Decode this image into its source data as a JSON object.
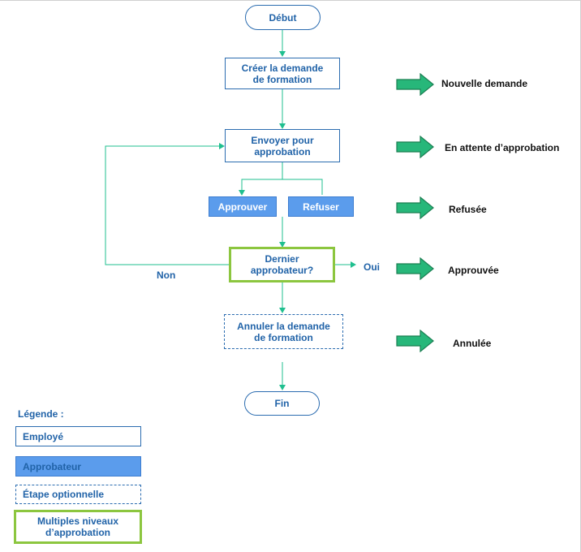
{
  "nodes": {
    "start": "Début",
    "create": "Créer la demande\nde formation",
    "send": "Envoyer pour\napprobation",
    "approve": "Approuver",
    "refuse": "Refuser",
    "last_approver": "Dernier\napprobateur?",
    "cancel": "Annuler la demande\nde formation",
    "end": "Fin"
  },
  "edge_labels": {
    "no": "Non",
    "yes": "Oui"
  },
  "statuses": {
    "new": "Nouvelle demande",
    "pending": "En attente d’approbation",
    "refused": "Refusée",
    "approved": "Approuvée",
    "cancelled": "Annulée"
  },
  "legend": {
    "title": "Légende :",
    "employee": "Employé",
    "approver": "Approbateur",
    "optional": "Étape optionnelle",
    "multi": "Multiples niveaux\nd’approbation"
  },
  "colors": {
    "connector": "#1fbf8f",
    "node_text": "#2163a8",
    "approver_fill": "#5b9cec",
    "multi_border": "#8cc63f",
    "status_arrow": "#27b77a"
  }
}
